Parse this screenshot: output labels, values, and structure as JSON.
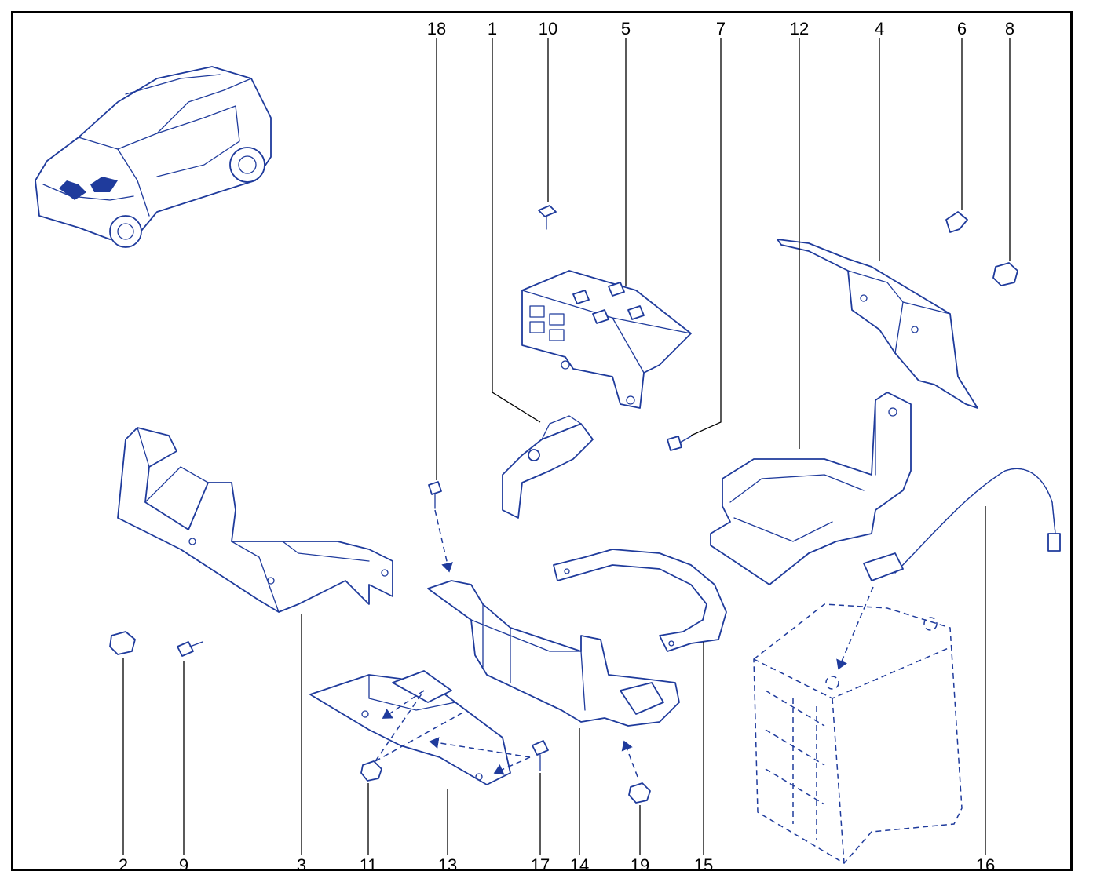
{
  "diagram": {
    "colors": {
      "line": "#1f3b9c",
      "leader": "#000000",
      "frame": "#000000"
    },
    "parts": [
      {
        "id": "p18",
        "label": "18"
      },
      {
        "id": "p1",
        "label": "1"
      },
      {
        "id": "p10",
        "label": "10"
      },
      {
        "id": "p5",
        "label": "5"
      },
      {
        "id": "p7",
        "label": "7"
      },
      {
        "id": "p12",
        "label": "12"
      },
      {
        "id": "p4",
        "label": "4"
      },
      {
        "id": "p6",
        "label": "6"
      },
      {
        "id": "p8",
        "label": "8"
      },
      {
        "id": "p2",
        "label": "2"
      },
      {
        "id": "p9",
        "label": "9"
      },
      {
        "id": "p3",
        "label": "3"
      },
      {
        "id": "p11",
        "label": "11"
      },
      {
        "id": "p13",
        "label": "13"
      },
      {
        "id": "p17",
        "label": "17"
      },
      {
        "id": "p14",
        "label": "14"
      },
      {
        "id": "p19",
        "label": "19"
      },
      {
        "id": "p15",
        "label": "15"
      },
      {
        "id": "p16",
        "label": "16"
      }
    ]
  }
}
